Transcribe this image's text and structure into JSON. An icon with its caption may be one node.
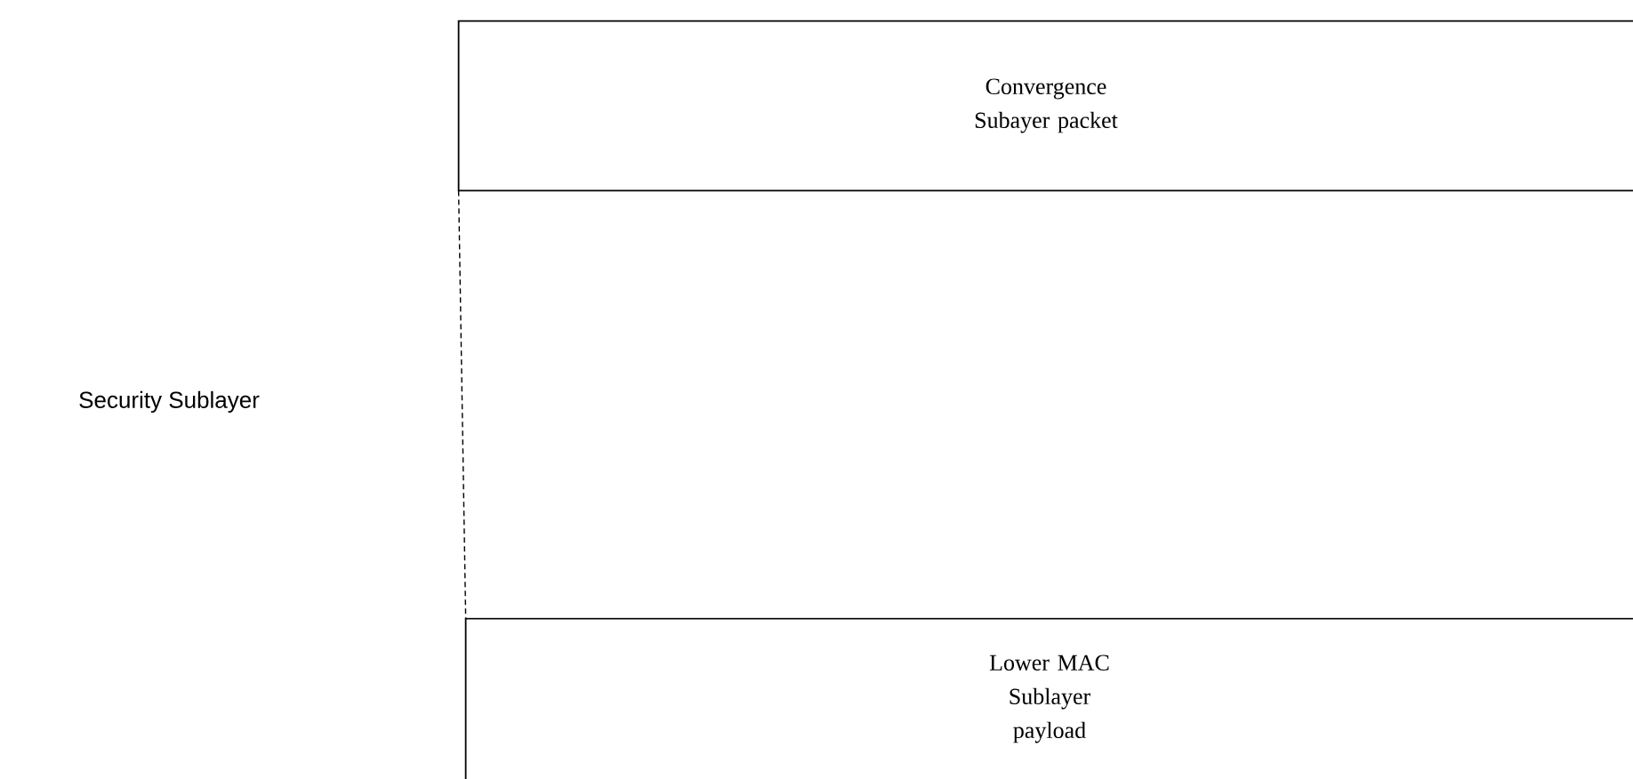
{
  "diagram": {
    "nodes": [
      {
        "text": [
          "Convergence Subayer packet"
        ]
      },
      {
        "text": [
          "Lower MAC Sublayer payload"
        ]
      }
    ],
    "edges": [
      {
        "from": 0,
        "to": 1,
        "arrow": "none",
        "style": "dashed"
      }
    ],
    "labels": [
      "Security Sublayer"
    ]
  }
}
